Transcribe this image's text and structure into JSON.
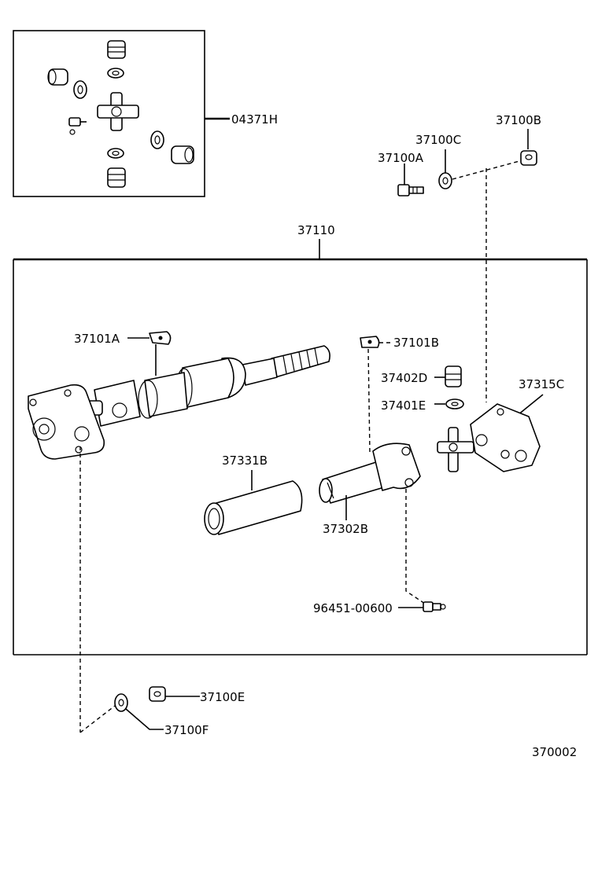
{
  "callouts": {
    "universal_joint_kit": "04371H",
    "propeller_shaft_assy": "37110",
    "bolt_a": "37100A",
    "washer_c": "37100C",
    "nut_b": "37100B",
    "clip_a": "37101A",
    "clip_b": "37101B",
    "bushing_d": "37402D",
    "snap_ring_e": "37401E",
    "flange_yoke": "37315C",
    "dust_cover": "37331B",
    "sleeve_yoke": "37302B",
    "grease_fitting": "96451-00600",
    "nut_e": "37100E",
    "washer_f": "37100F",
    "diagram_id": "370002"
  }
}
